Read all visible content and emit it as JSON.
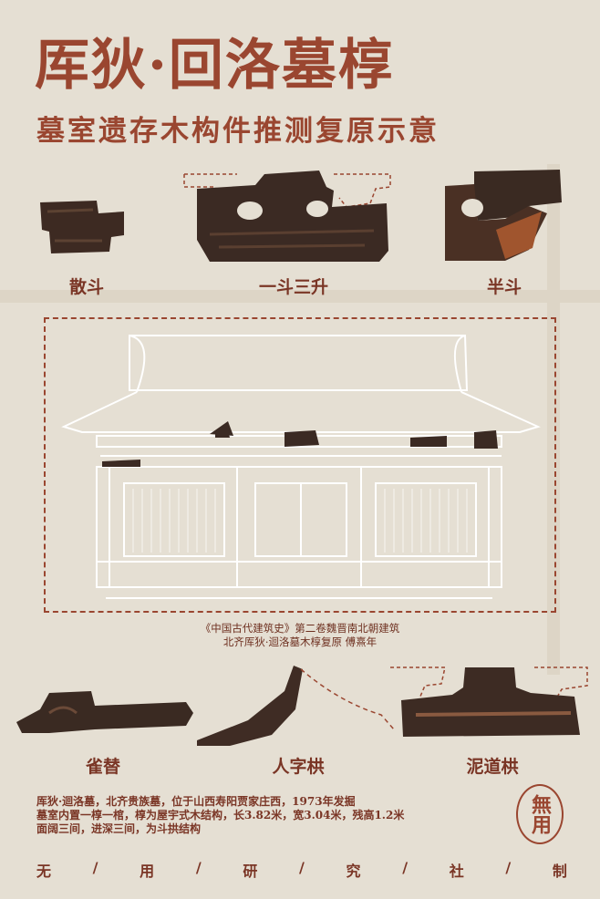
{
  "header": {
    "title": "厍狄·回洛墓椁",
    "subtitle": "墓室遗存木构件推测复原示意"
  },
  "top_components": [
    {
      "label": "散斗"
    },
    {
      "label": "一斗三升"
    },
    {
      "label": "半斗"
    }
  ],
  "bottom_components": [
    {
      "label": "雀替"
    },
    {
      "label": "人字栱"
    },
    {
      "label": "泥道栱"
    }
  ],
  "caption": {
    "line1": "《中国古代建筑史》第二卷魏晋南北朝建筑",
    "line2": "北齐厍狄·迴洛墓木椁复原  傅熹年"
  },
  "description": [
    "厍狄·迴洛墓，北齐贵族墓，位于山西寿阳贾家庄西，1973年发掘",
    "墓室内置一椁一棺，椁为屋宇式木结构，长3.82米，宽3.04米，残高1.2米",
    "面阔三间，进深三间，为斗拱结构"
  ],
  "seal": {
    "text": "無用"
  },
  "footer": [
    "无",
    "/",
    "用",
    "/",
    "研",
    "/",
    "究",
    "/",
    "社",
    "/",
    "制"
  ],
  "colors": {
    "accent": "#9a4630",
    "background": "#e5dfd3",
    "wood": "#3a2a22"
  }
}
